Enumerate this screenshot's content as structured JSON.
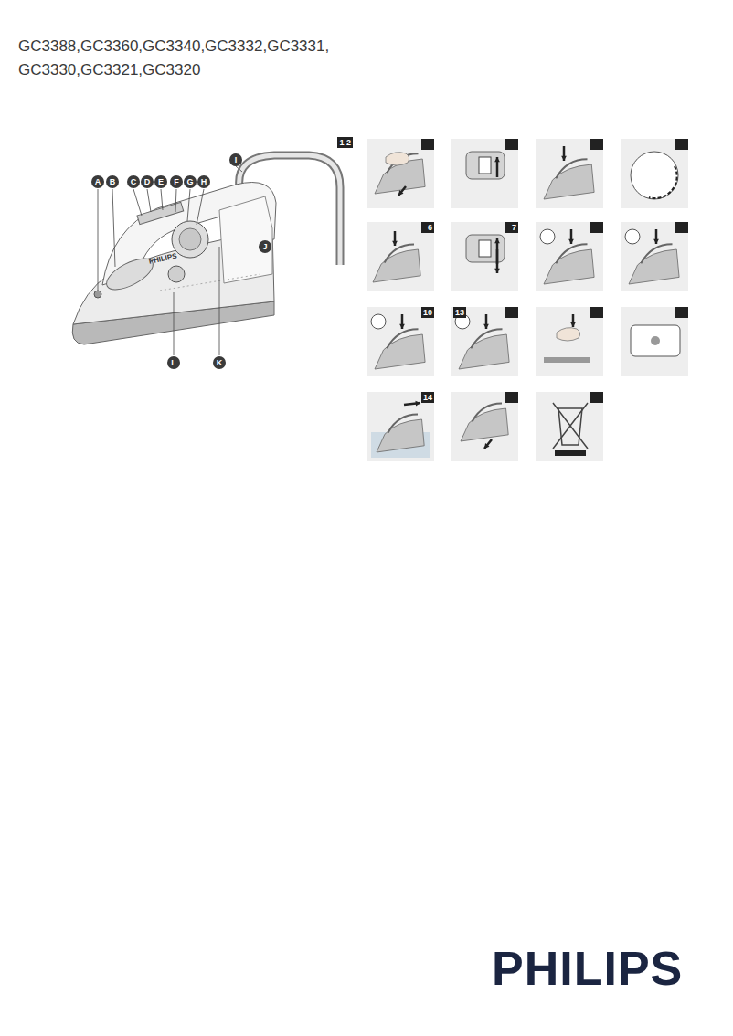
{
  "diagram": {
    "title": "GC3388,GC3360,GC3340,GC3332,GC3331, GC3330,GC3321,GC3320",
    "labels": [
      "A",
      "B",
      "C",
      "D",
      "E",
      "F",
      "G",
      "H",
      "I",
      "J",
      "K",
      "L",
      "PHILIPS",
      "1 2",
      "6",
      "7",
      "10",
      "13",
      "14",
      "PHILIPS"
    ]
  }
}
